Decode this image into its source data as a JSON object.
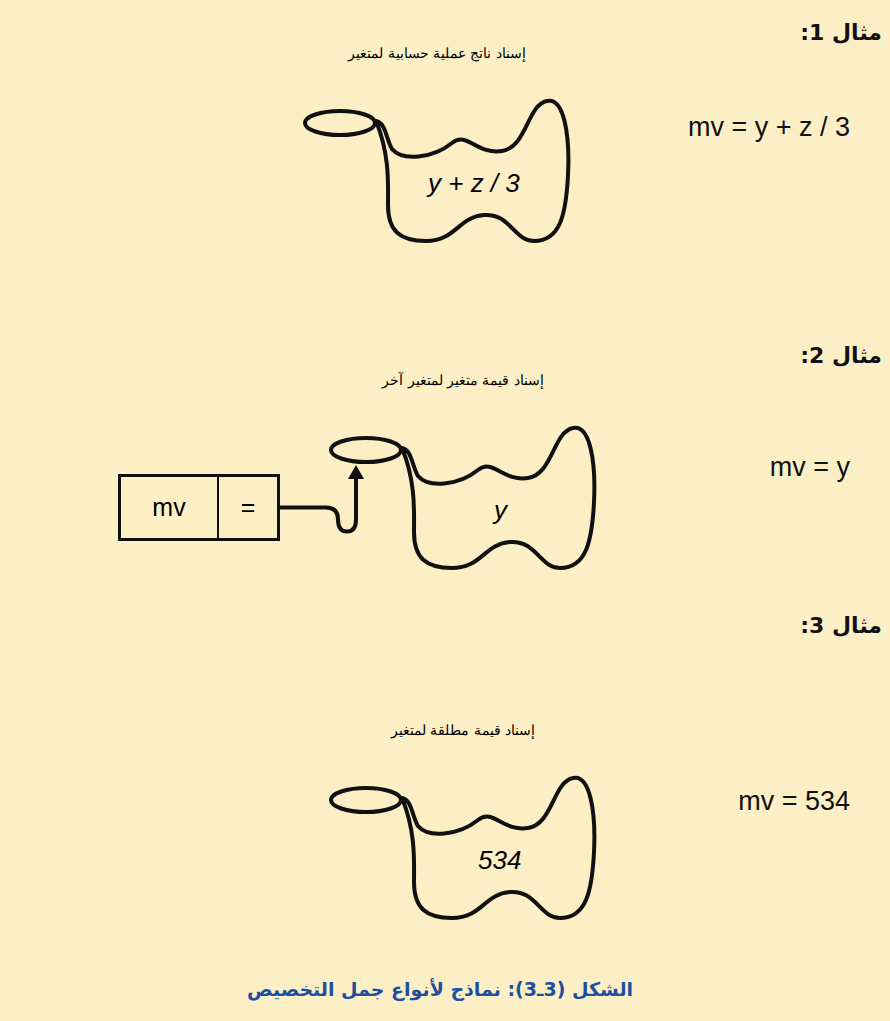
{
  "diagram": {
    "caption": "الشكل (3ـ3): نماذج لأنواع جمل التخصيص",
    "nodes": [
      {
        "text": [
          "إسناد ناتج عملية حسابية لمتغير",
          "y + z / 3"
        ]
      },
      {
        "text": [
          "mv",
          "="
        ]
      },
      {
        "text": [
          "إسناد قيمة متغير لمتغير آخر",
          "y"
        ]
      },
      {
        "text": [
          "إسناد قيمة مطلقة لمتغير",
          "534"
        ]
      }
    ],
    "edges": [
      {
        "from": 1,
        "to": 2,
        "arrow": "to"
      }
    ],
    "labels": [
      "مثال 1:",
      "mv = y + z / 3",
      "مثال 2:",
      "mv = y",
      "مثال 3:",
      "mv = 534"
    ]
  }
}
